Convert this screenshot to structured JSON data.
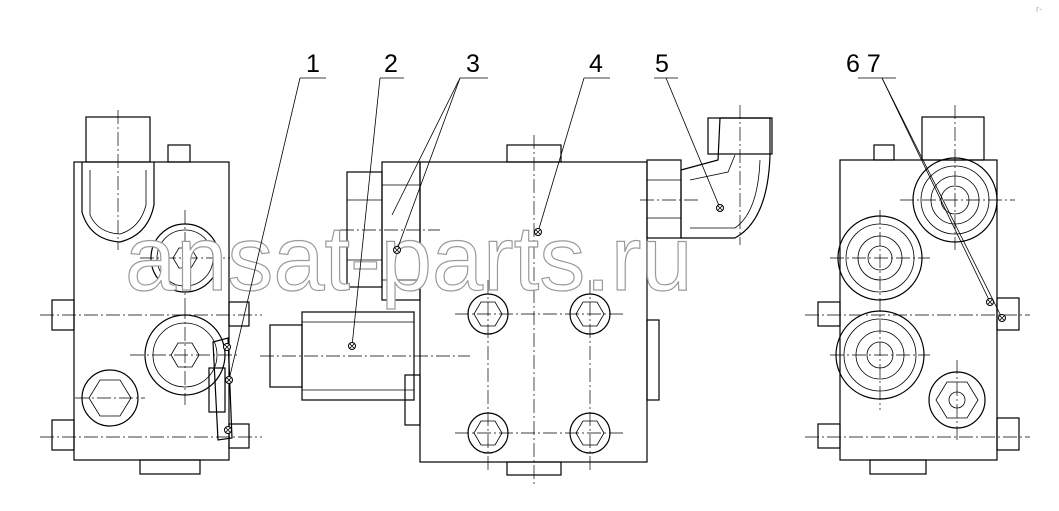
{
  "callouts": [
    {
      "id": "callout-1",
      "text": "1"
    },
    {
      "id": "callout-2",
      "text": "2"
    },
    {
      "id": "callout-3",
      "text": "3"
    },
    {
      "id": "callout-4",
      "text": "4"
    },
    {
      "id": "callout-5",
      "text": "5"
    },
    {
      "id": "callout-67",
      "text": "6 7"
    }
  ],
  "watermark": "ansat-parts.ru",
  "corner_mark": "r-"
}
